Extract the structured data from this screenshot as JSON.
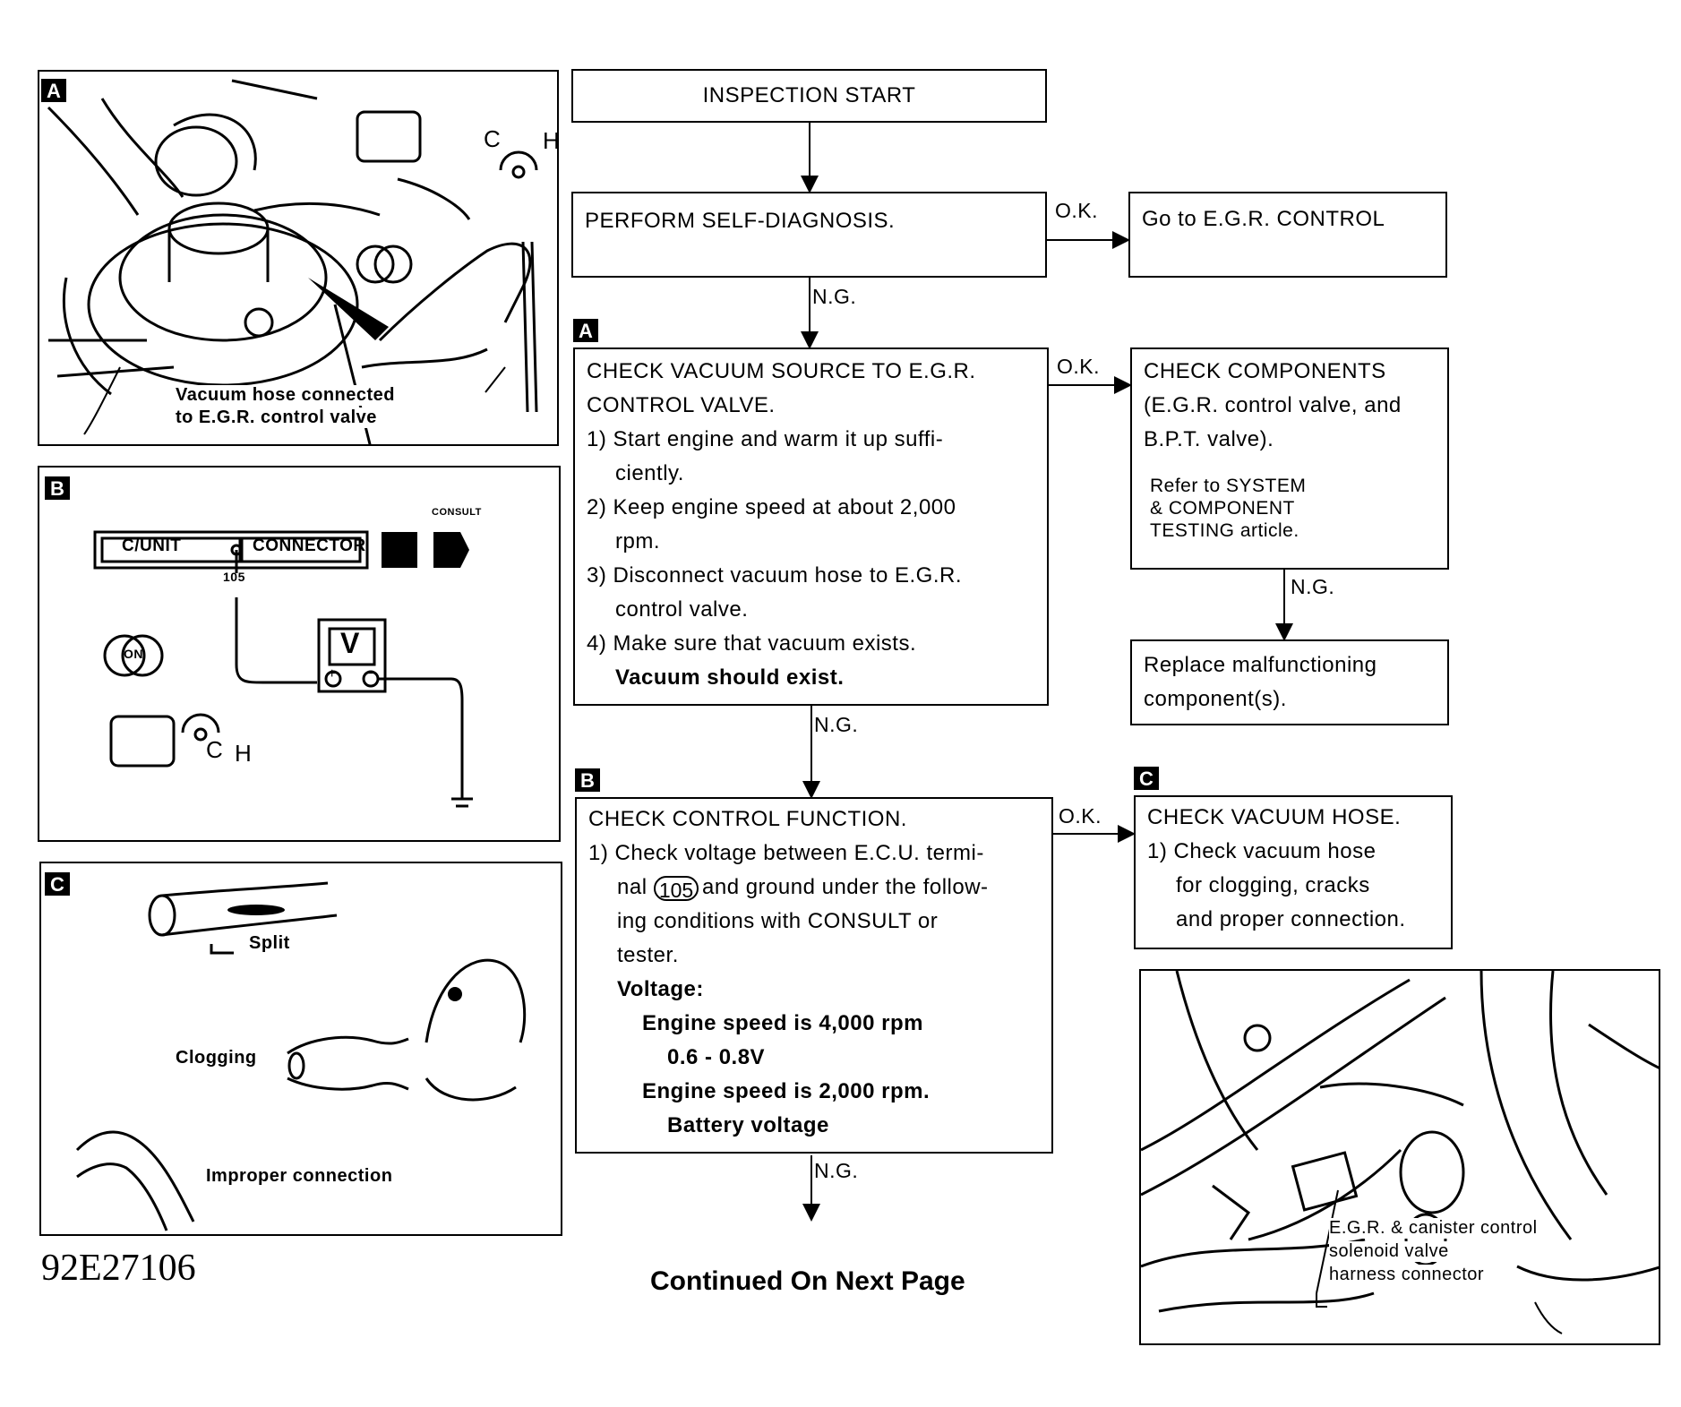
{
  "figure_id": "92E27106",
  "footer": "Continued On Next Page",
  "flow": {
    "start": "INSPECTION START",
    "self_diag": "PERFORM SELF-DIAGNOSIS.",
    "egr_control": "Go to E.G.R. CONTROL",
    "ok": "O.K.",
    "ng": "N.G.",
    "step_a": {
      "tag": "A",
      "lines": [
        "CHECK VACUUM SOURCE TO E.G.R.",
        "CONTROL VALVE.",
        "1) Start engine and warm it up suffi-",
        "ciently.",
        "2) Keep engine speed at about 2,000",
        "rpm.",
        "3) Disconnect vacuum hose to E.G.R.",
        "control valve.",
        "4) Make sure that vacuum exists."
      ],
      "bold": "Vacuum should exist."
    },
    "components": {
      "lines": [
        "CHECK COMPONENTS",
        "(E.G.R. control valve, and",
        "B.P.T. valve)."
      ],
      "refer": [
        "Refer to SYSTEM",
        "& COMPONENT",
        "TESTING article."
      ]
    },
    "replace": [
      "Replace malfunctioning",
      "component(s)."
    ],
    "step_b": {
      "tag": "B",
      "lines": [
        "CHECK CONTROL FUNCTION.",
        "1) Check voltage between E.C.U. termi-",
        "nal",
        "and ground under the follow-",
        "ing conditions with CONSULT or",
        "tester."
      ],
      "terminal": "105",
      "bold": [
        "Voltage:",
        "Engine speed is 4,000 rpm",
        "0.6 - 0.8V",
        "Engine speed is 2,000 rpm.",
        "Battery voltage"
      ]
    },
    "step_c": {
      "tag": "C",
      "lines": [
        "CHECK VACUUM HOSE.",
        "1) Check vacuum hose",
        "for clogging, cracks",
        "and proper connection."
      ]
    }
  },
  "illustrations": {
    "a": {
      "tag": "A",
      "label": [
        "Vacuum hose connected",
        "to E.G.R. control valve"
      ],
      "gauge_c": "C",
      "gauge_h": "H"
    },
    "b": {
      "tag": "B",
      "connector_left": "C/UNIT",
      "connector_right": "CONNECTOR",
      "pin": "105",
      "meter": "V",
      "plus": "+",
      "minus": "−",
      "gauge_c": "C",
      "gauge_h": "H",
      "consult": "CONSULT",
      "on": "ON"
    },
    "c": {
      "tag": "C",
      "split": "Split",
      "clogging": "Clogging",
      "improper": "Improper connection"
    },
    "d": {
      "label": [
        "E.G.R. & canister control",
        "solenoid valve",
        "harness connector"
      ]
    }
  }
}
